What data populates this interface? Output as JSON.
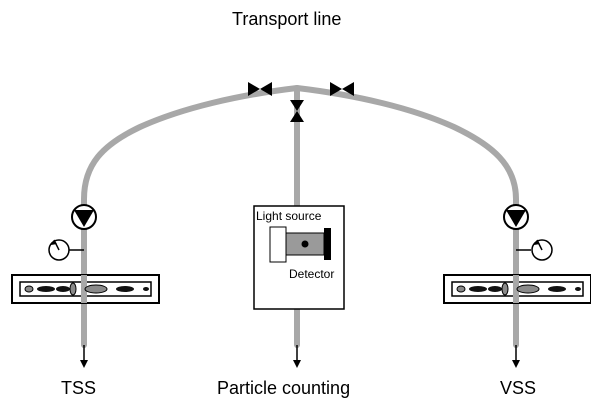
{
  "labels": {
    "transport_line": "Transport line",
    "light_source": "Light source",
    "detector": "Detector",
    "tss": "TSS",
    "particle_counting": "Particle counting",
    "vss": "VSS"
  },
  "colors": {
    "pipe": "#a8a8a8",
    "outline": "#000000",
    "background": "#ffffff",
    "particle_dark": "#111111",
    "particle_light": "#8a8a8a"
  },
  "icons": {
    "valve": "bowtie-valve-icon",
    "pump": "pump-icon",
    "gauge": "gauge-icon",
    "arrow": "down-arrow-icon"
  }
}
